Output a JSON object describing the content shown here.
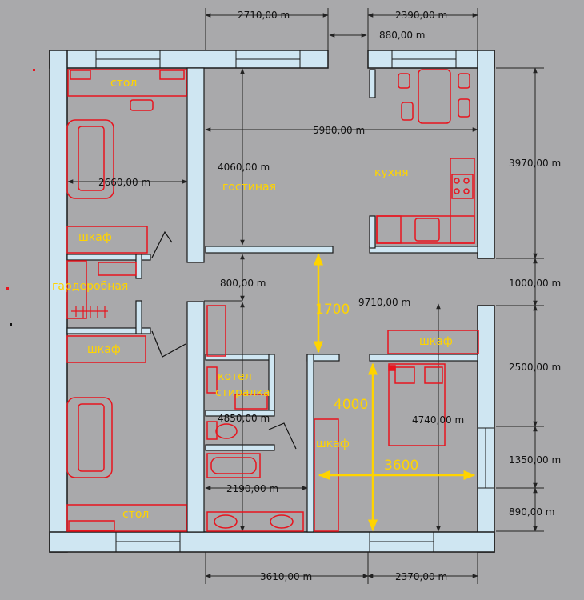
{
  "dimensions": {
    "top_left": "2710,00 m",
    "top_right": "2390,00 m",
    "door_gap": "880,00 m",
    "living_width": "5980,00 m",
    "living_height": "4060,00 m",
    "bedroom1_width": "2660,00 m",
    "right_top": "3970,00 m",
    "right_mid": "1000,00 m",
    "right_b1": "2500,00 m",
    "right_b2": "1350,00 m",
    "right_b3": "890,00 m",
    "corridor": "800,00 m",
    "overall_height": "9710,00 m",
    "bath_height": "4850,00 m",
    "bedroom2_height": "4740,00 m",
    "bath_width": "2190,00 m",
    "bottom_left": "3610,00 m",
    "bottom_right": "2370,00 m"
  },
  "labels": {
    "desk_top": "стол",
    "desk_bottom": "стол",
    "living": "гостиная",
    "kitchen": "кухня",
    "wardrobe_top": "шкаф",
    "wardrobe_mid": "шкаф",
    "closet": "гардеробная",
    "boiler": "котел",
    "washer": "стиралка",
    "wardrobe_bed": "шкаф",
    "wardrobe_corr": "шкаф"
  },
  "annotations": {
    "a1700": "1700",
    "a4000": "4000",
    "a3600": "3600"
  },
  "colors": {
    "background": "#a9a9ab",
    "wall": "#cfe6f2",
    "furniture": "#e8141e",
    "annotation": "#ffd400"
  }
}
